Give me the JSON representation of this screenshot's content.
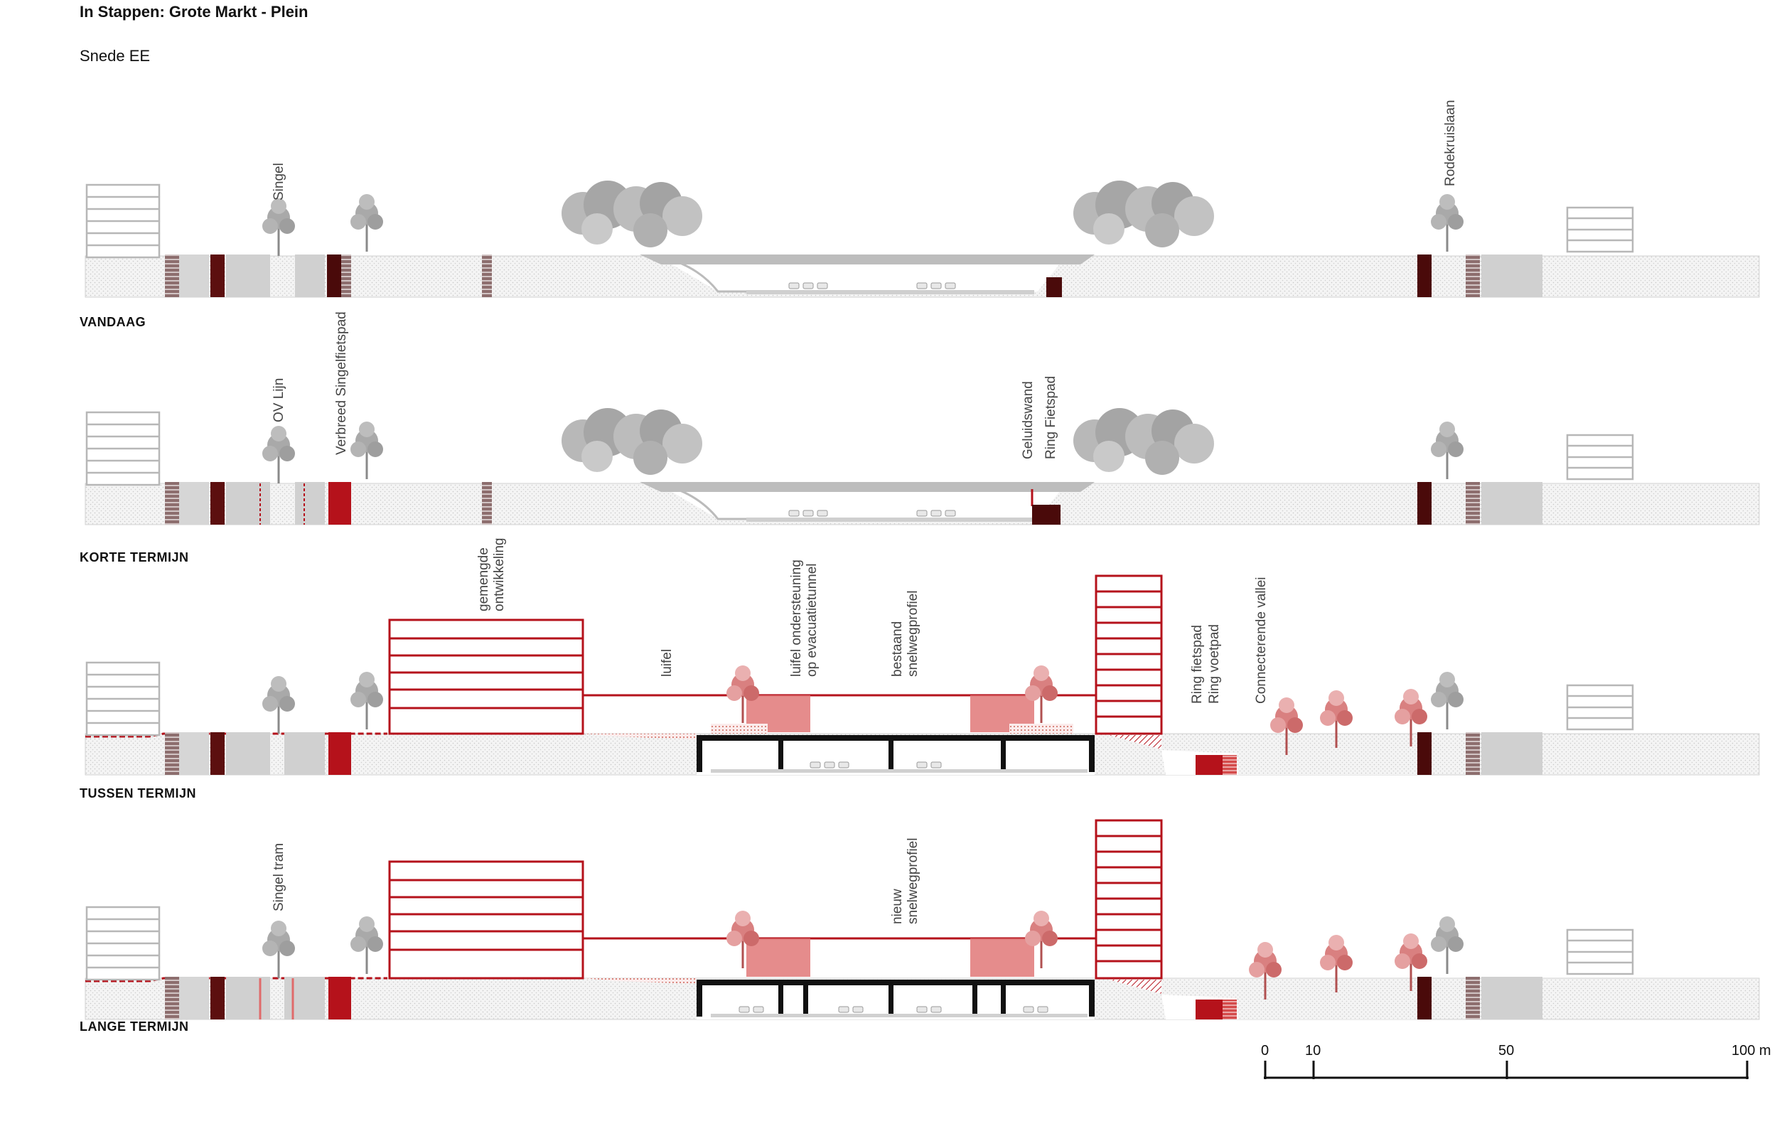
{
  "header": {
    "title": "In Stappen: Grote Markt - Plein",
    "subtitle": "Snede EE"
  },
  "sections": [
    {
      "label": "VANDAAG",
      "annotations": [
        "Singel",
        "Rodekruislaan"
      ]
    },
    {
      "label": "KORTE TERMIJN",
      "annotations": [
        "OV Lijn",
        "Verbreed Singelfietspad",
        "Geluidswand",
        "Ring Fietspad"
      ]
    },
    {
      "label": "TUSSEN TERMIJN",
      "annotations": [
        "gemengde",
        "ontwikkeling",
        "luifel",
        "luifel ondersteuning",
        "op evacuatietunnel",
        "bestaand",
        "snelwegprofiel",
        "Ring fietspad",
        "Ring voetpad",
        "Connecterende vallei"
      ]
    },
    {
      "label": "LANGE TERMIJN",
      "annotations": [
        "Singel tram",
        "nieuw",
        "snelwegprofiel"
      ]
    }
  ],
  "scale_bar": {
    "ticks": [
      "0",
      "10",
      "50",
      "100 m"
    ]
  },
  "colors": {
    "new_element": "#b5121b",
    "existing": "#bdbdbd",
    "dark_red": "#4a0a0a",
    "soft_red": "#e06a6a"
  }
}
